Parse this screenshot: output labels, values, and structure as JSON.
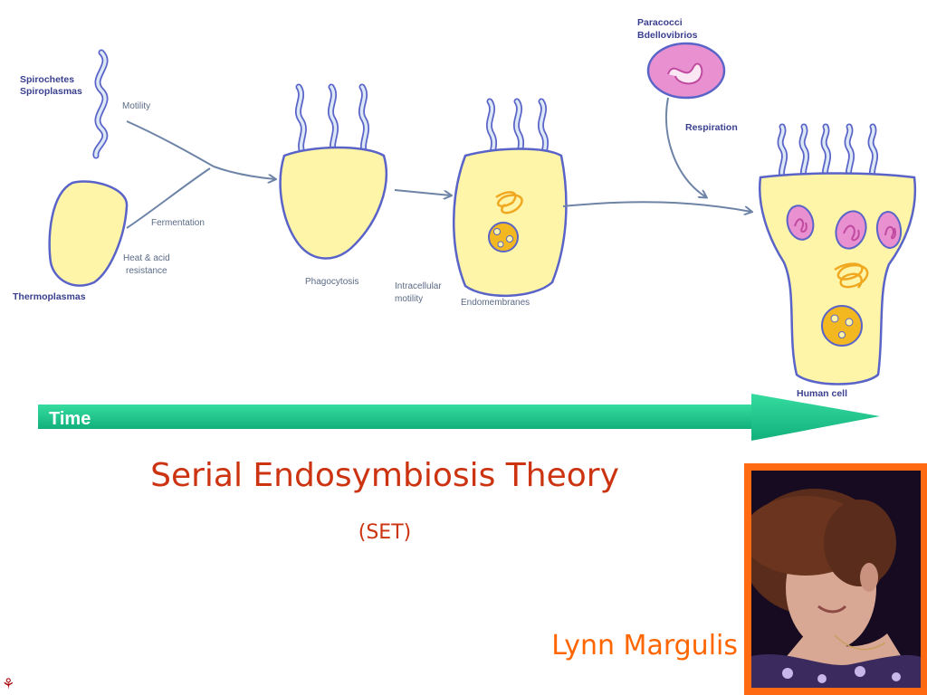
{
  "labels": {
    "spirochetes": "Spirochetes",
    "spiroplasmas": "Spiroplasmas",
    "thermoplasmas": "Thermoplasmas",
    "motility": "Motility",
    "fermentation": "Fermentation",
    "heat_acid_1": "Heat & acid",
    "heat_acid_2": "resistance",
    "phagocytosis": "Phagocytosis",
    "intracellular_1": "Intracellular",
    "intracellular_2": "motility",
    "endomembranes": "Endomembranes",
    "paracocci": "Paracocci",
    "bdellovibrios": "Bdellovibrios",
    "respiration": "Respiration",
    "human_cell": "Human cell"
  },
  "time_arrow": {
    "label": "Time"
  },
  "title": "Serial Endosymbiosis Theory",
  "subtitle": "(SET)",
  "author": "Lynn Margulis",
  "colors": {
    "title": "#cc3311",
    "author": "#ff6600",
    "time_arrow": "#1ec890",
    "cell_fill": "#fff5a8",
    "membrane": "#5a64c8",
    "photo_frame": "#ff6a12"
  },
  "icons": {
    "corner": "paw-icon"
  }
}
